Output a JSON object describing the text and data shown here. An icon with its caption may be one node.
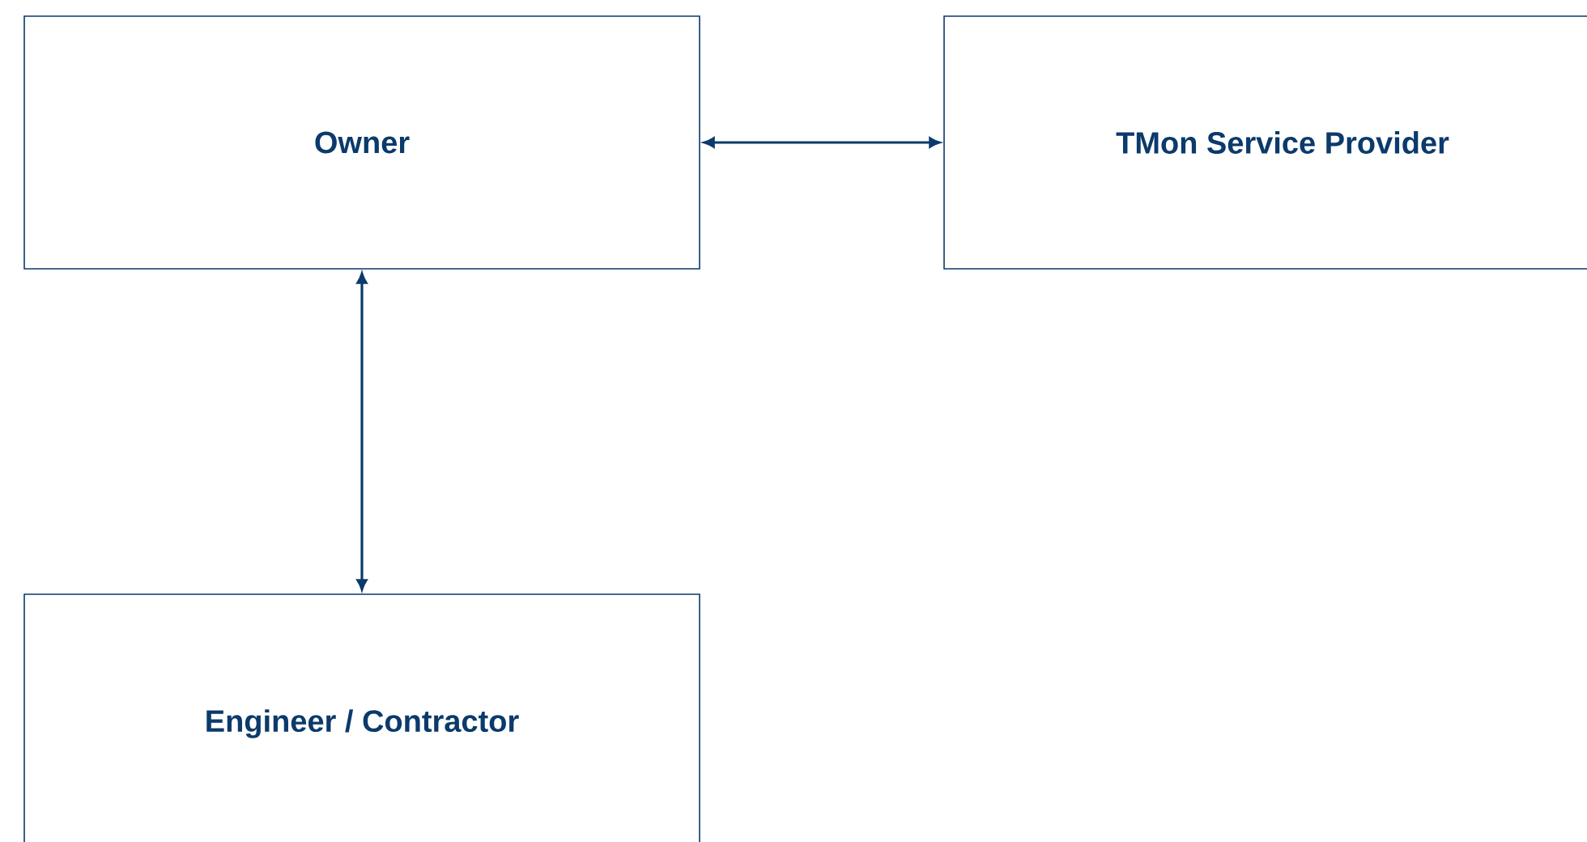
{
  "diagram": {
    "nodes": [
      {
        "text": [
          "Owner"
        ]
      },
      {
        "text": [
          "TMon Service Provider"
        ]
      },
      {
        "text": [
          "Engineer / Contractor"
        ]
      }
    ],
    "edges": [
      {
        "from": 0,
        "to": 1,
        "arrow": "both"
      },
      {
        "from": 0,
        "to": 2,
        "arrow": "both"
      }
    ]
  }
}
